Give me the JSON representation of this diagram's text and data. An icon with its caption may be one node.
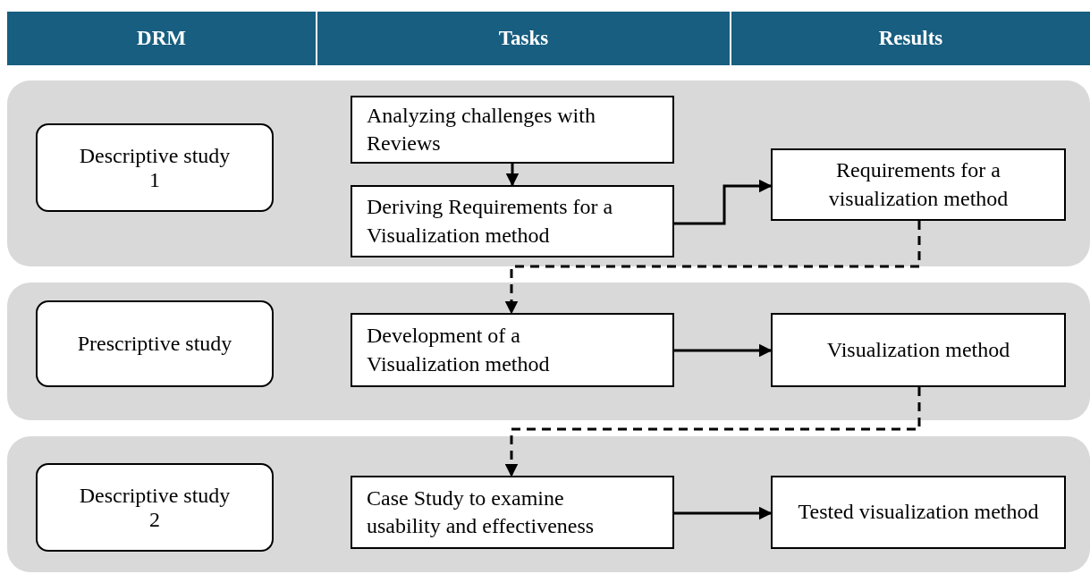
{
  "diagram": {
    "nodes": [
      {
        "text": [
          "DRM"
        ]
      },
      {
        "text": [
          "Tasks"
        ]
      },
      {
        "text": [
          "Results"
        ]
      },
      {
        "text": [],
        "shape": "box"
      },
      {
        "text": [
          "Descriptive study 1"
        ],
        "in": 3
      },
      {
        "text": [
          "Analyzing challenges with Reviews"
        ],
        "in": 3
      },
      {
        "text": [
          "Deriving Requirements for a Visualization method"
        ],
        "in": 3
      },
      {
        "text": [
          "Requirements for a visualization method"
        ],
        "in": 3
      },
      {
        "text": [],
        "shape": "box"
      },
      {
        "text": [
          "Prescriptive study"
        ],
        "in": 8
      },
      {
        "text": [
          "Development of a Visualization method"
        ],
        "in": 8
      },
      {
        "text": [
          "Visualization method"
        ],
        "in": 8
      },
      {
        "text": [],
        "shape": "box"
      },
      {
        "text": [
          "Descriptive study 2"
        ],
        "in": 12
      },
      {
        "text": [
          "Case Study to examine usability and effectiveness"
        ],
        "in": 12
      },
      {
        "text": [
          "Tested visualization method"
        ],
        "in": 12
      }
    ],
    "edges": [
      {
        "from": 5,
        "to": 6,
        "arrow": "to"
      },
      {
        "from": 6,
        "to": 7,
        "arrow": "to"
      },
      {
        "from": 7,
        "to": 10,
        "arrow": "to",
        "style": "dashed"
      },
      {
        "from": 10,
        "to": 11,
        "arrow": "to"
      },
      {
        "from": 11,
        "to": 14,
        "arrow": "to",
        "style": "dashed"
      },
      {
        "from": 14,
        "to": 15,
        "arrow": "to"
      }
    ]
  }
}
